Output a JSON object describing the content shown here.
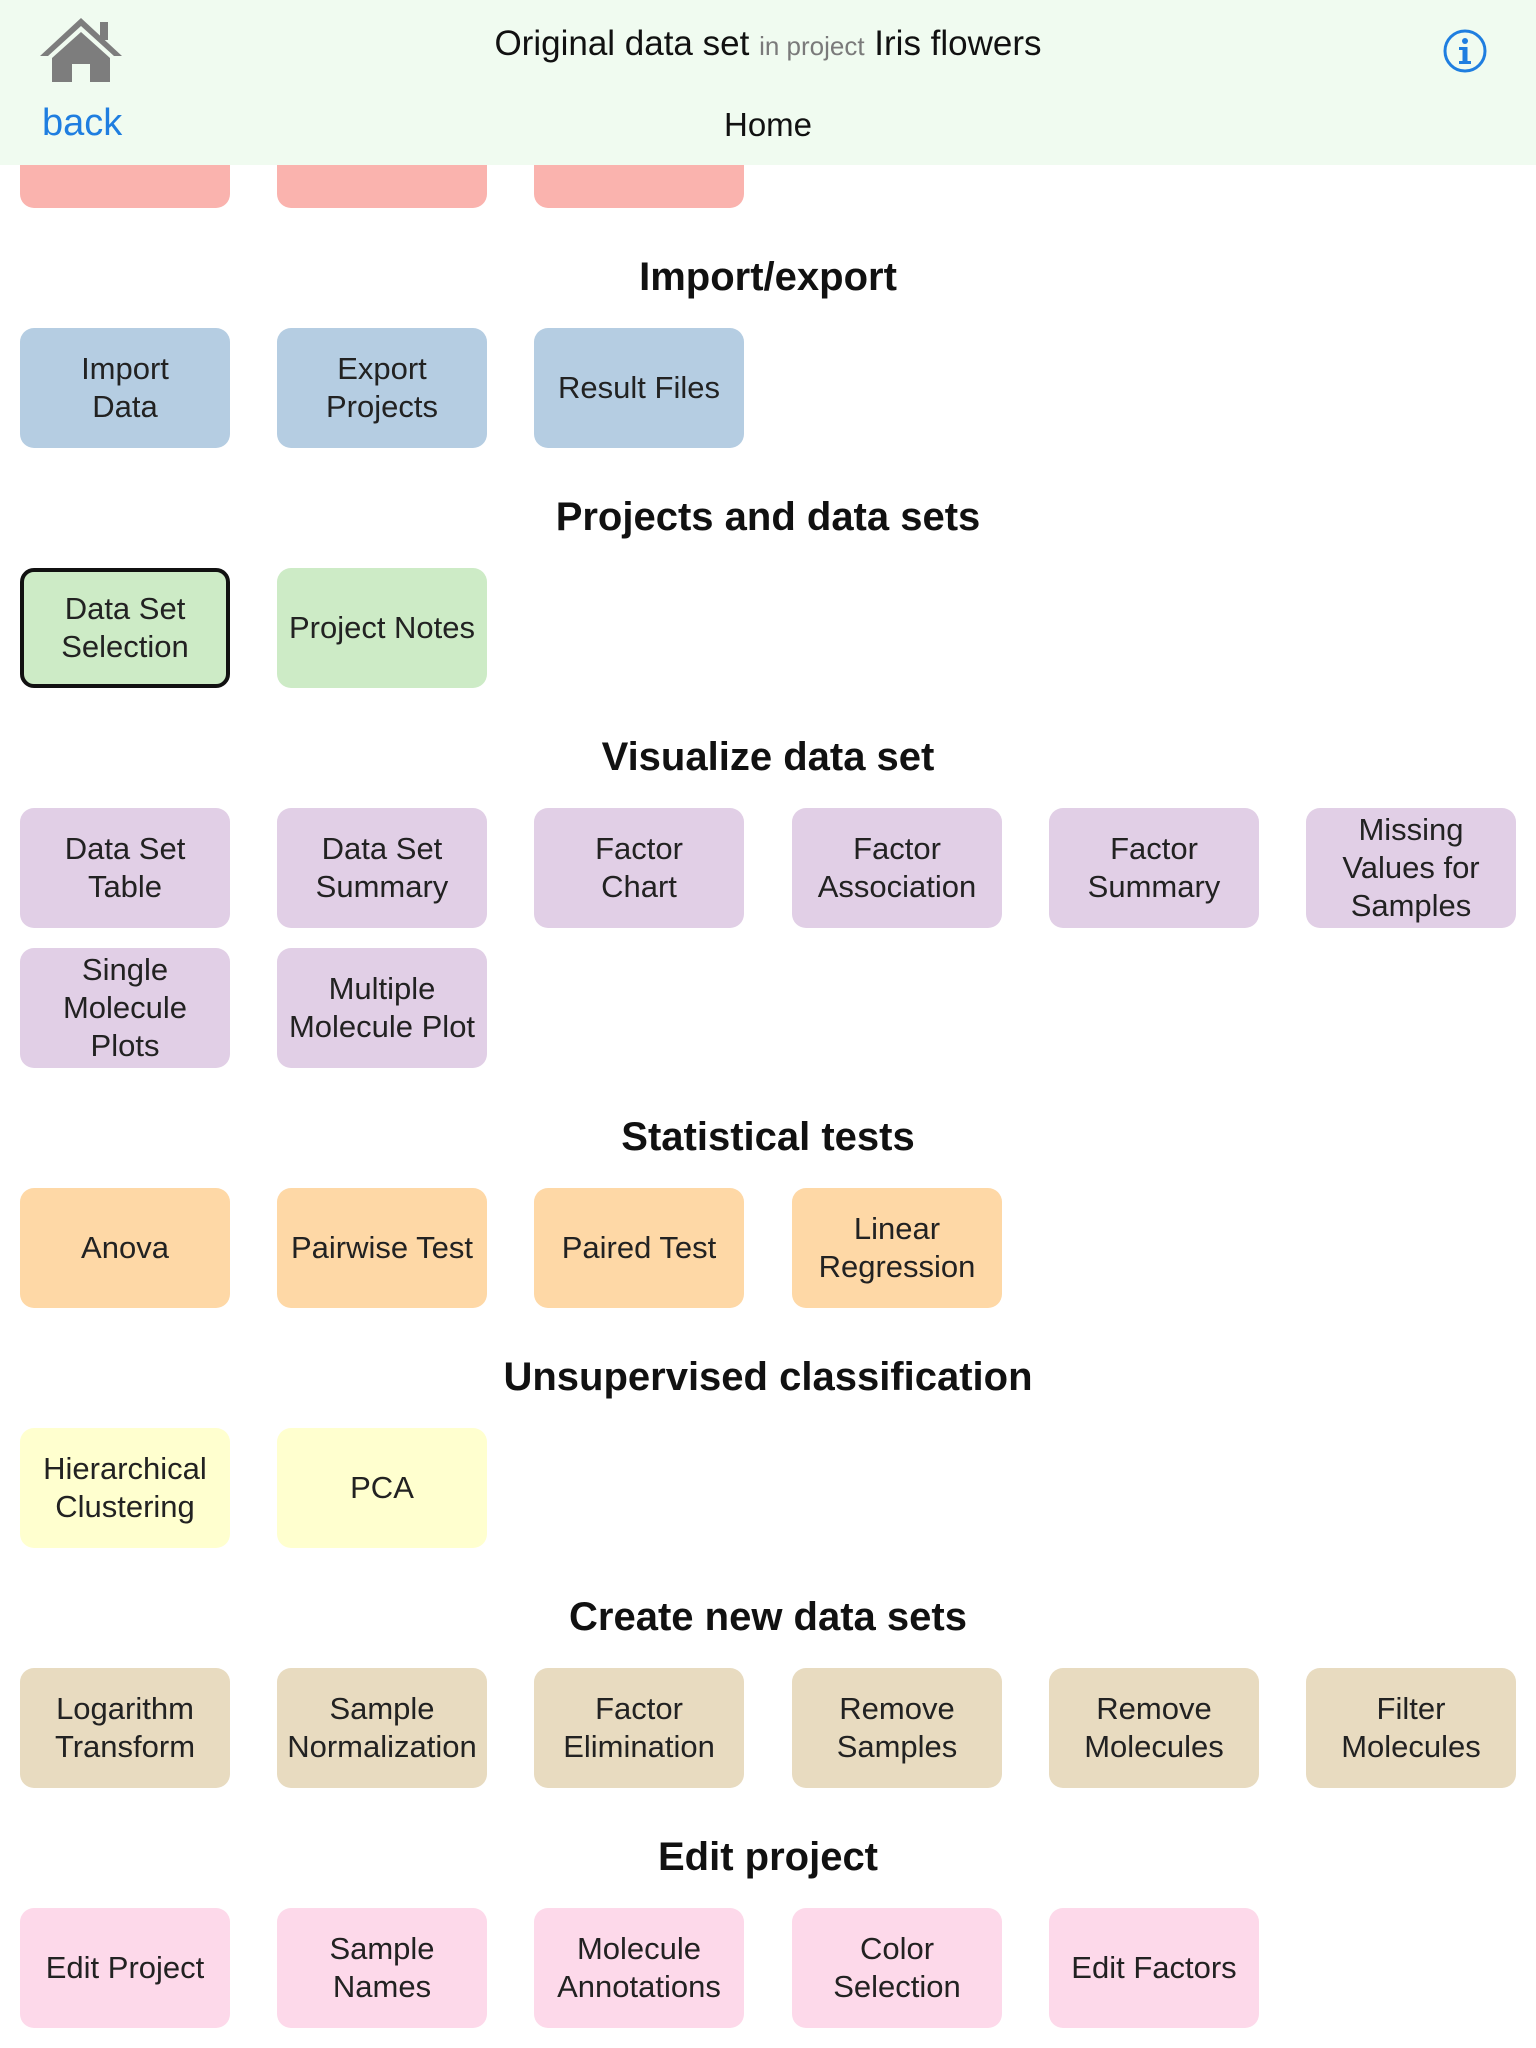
{
  "header": {
    "back_label": "back",
    "title_main": "Original data set",
    "title_in": "in project",
    "title_project": "Iris flowers",
    "subtitle": "Home"
  },
  "colors": {
    "header_bg": "#f0fbf0",
    "link": "#1f7ee0",
    "red": "#fab3ae",
    "blue": "#b5cde2",
    "green": "#cdebc6",
    "purple": "#e1cfe6",
    "orange": "#fed8a6",
    "yellow": "#ffffcf",
    "tan": "#e8dbc0",
    "pink": "#fdd9ea"
  },
  "icons": {
    "home": "home-icon",
    "info": "info-icon"
  },
  "sections": {
    "import_export": {
      "title": "Import/export",
      "tiles": [
        "Import\nData",
        "Export\nProjects",
        "Result Files"
      ]
    },
    "projects": {
      "title": "Projects and data sets",
      "tiles": [
        "Data Set\nSelection",
        "Project Notes"
      ]
    },
    "visualize": {
      "title": "Visualize data set",
      "tiles": [
        "Data Set\nTable",
        "Data Set\nSummary",
        "Factor\nChart",
        "Factor\nAssociation",
        "Factor\nSummary",
        "Missing\nValues for\nSamples",
        "Single\nMolecule\nPlots",
        "Multiple\nMolecule Plot"
      ]
    },
    "stats": {
      "title": "Statistical tests",
      "tiles": [
        "Anova",
        "Pairwise Test",
        "Paired Test",
        "Linear\nRegression"
      ]
    },
    "unsupervised": {
      "title": "Unsupervised classification",
      "tiles": [
        "Hierarchical\nClustering",
        "PCA"
      ]
    },
    "create": {
      "title": "Create new data sets",
      "tiles": [
        "Logarithm\nTransform",
        "Sample\nNormalization",
        "Factor\nElimination",
        "Remove\nSamples",
        "Remove\nMolecules",
        "Filter\nMolecules"
      ]
    },
    "edit": {
      "title": "Edit project",
      "tiles": [
        "Edit Project",
        "Sample\nNames",
        "Molecule\nAnnotations",
        "Color\nSelection",
        "Edit Factors"
      ]
    }
  }
}
